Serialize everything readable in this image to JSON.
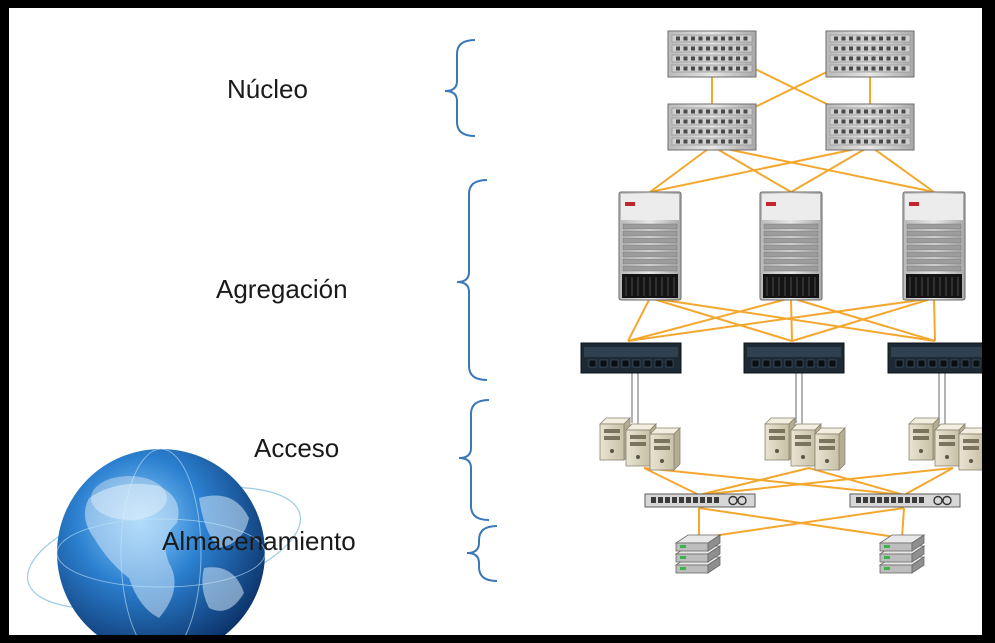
{
  "tiers": {
    "core": "Núcleo",
    "aggregation": "Agregación",
    "access": "Acceso",
    "storage": "Almacenamiento"
  },
  "colors": {
    "link": "#f4a72e",
    "bracket": "#3b78b6",
    "globe_dark": "#0d3f7a",
    "globe_light": "#3fa0e0",
    "background": "#ffffff"
  },
  "icons": [
    "core-switch-icon",
    "aggregation-chassis-icon",
    "aggregation-switch-icon",
    "server-icon",
    "access-switch-icon",
    "storage-array-icon",
    "globe-icon"
  ]
}
